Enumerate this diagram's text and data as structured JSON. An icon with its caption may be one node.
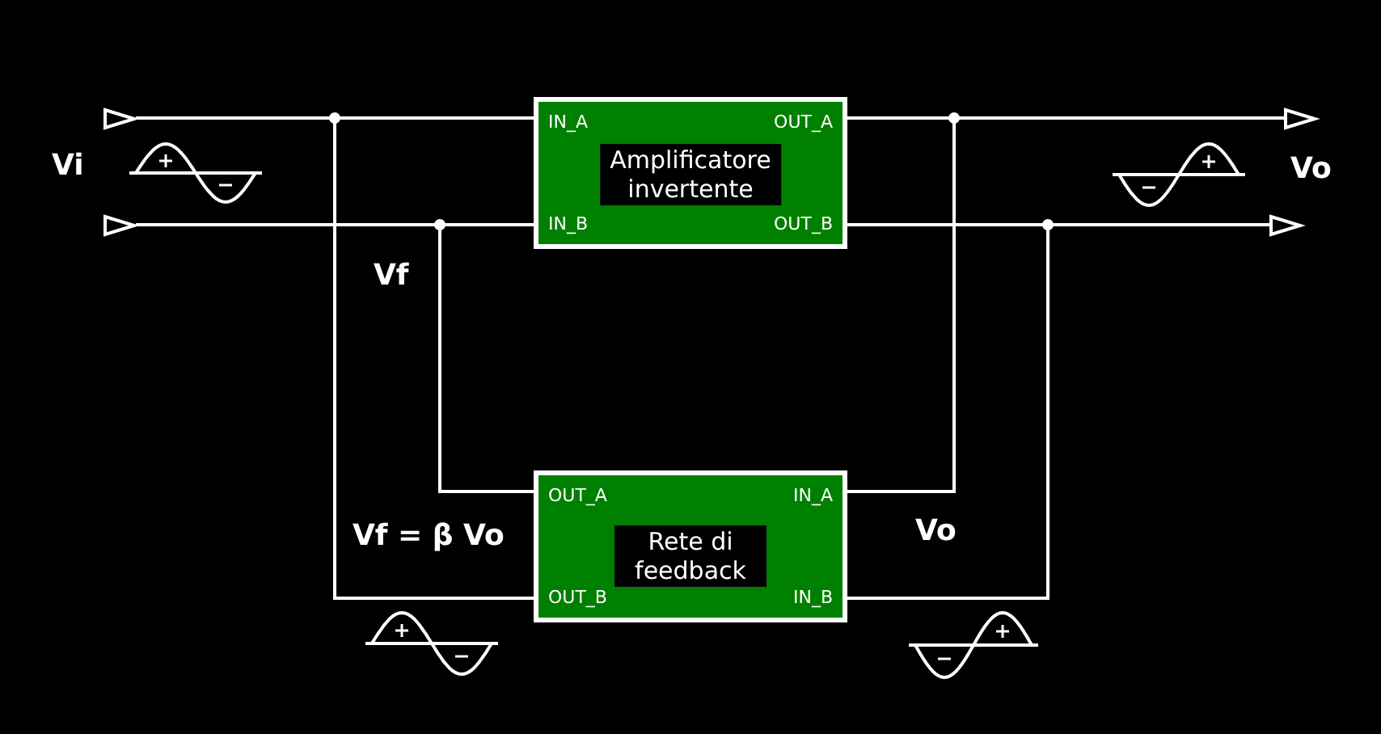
{
  "diagram": {
    "nodes": [
      {
        "text": [
          "IN_A",
          "OUT_A",
          "Amplificatore invertente",
          "IN_B",
          "OUT_B"
        ]
      },
      {
        "text": [
          "OUT_A",
          "IN_A",
          "Rete di feedback",
          "OUT_B",
          "IN_B"
        ]
      },
      {
        "text": [],
        "shape": "triangle"
      },
      {
        "text": [],
        "shape": "triangle"
      },
      {
        "text": [],
        "shape": "triangle"
      },
      {
        "text": [],
        "shape": "triangle"
      }
    ],
    "edges": [
      {
        "from": 2,
        "to": 0,
        "arrow": "none"
      },
      {
        "from": 2,
        "to": 1,
        "arrow": "none"
      },
      {
        "from": 3,
        "to": 0,
        "arrow": "none"
      },
      {
        "from": 3,
        "to": 1,
        "arrow": "none"
      },
      {
        "from": 0,
        "to": 4,
        "arrow": "none"
      },
      {
        "from": 0,
        "to": 1,
        "arrow": "none"
      },
      {
        "from": 0,
        "to": 5,
        "arrow": "none"
      },
      {
        "from": 0,
        "to": 1,
        "arrow": "none"
      }
    ],
    "labels": [
      "Vi",
      "Vo",
      "Vf",
      "Vf = β Vo",
      "Vo"
    ]
  }
}
